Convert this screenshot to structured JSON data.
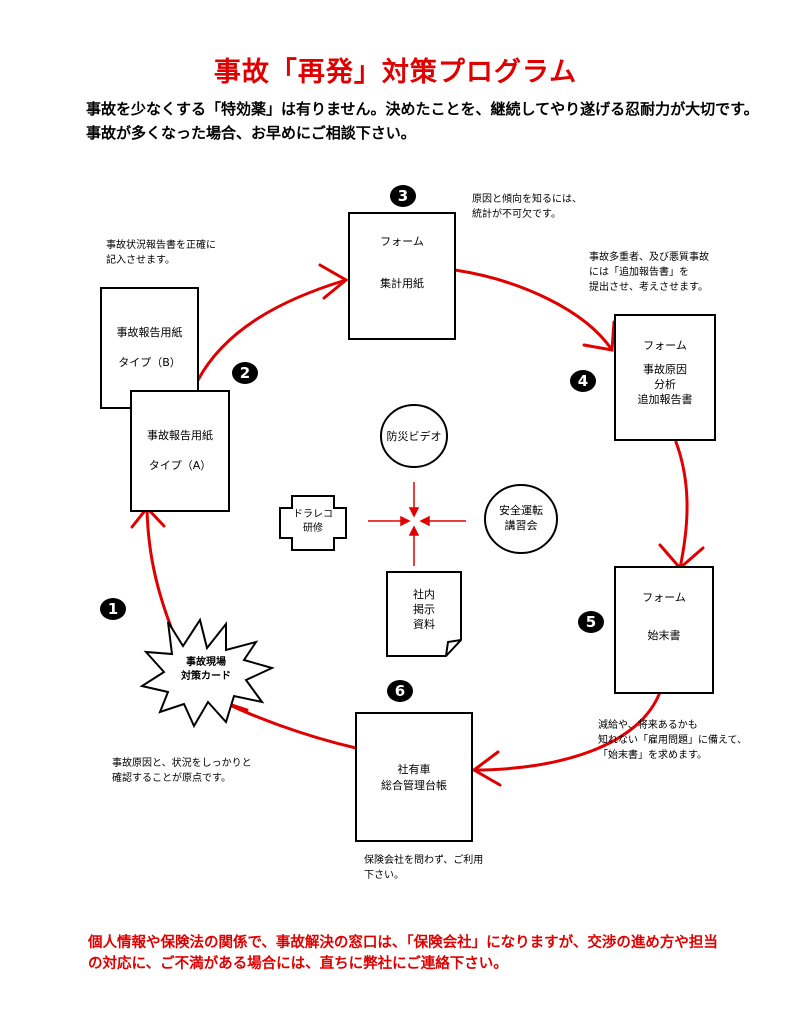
{
  "title": "事故「再発」対策プログラム",
  "intro": [
    "事故を少なくする「特効薬」は有りません。決めたことを、継続してやり遂げる忍耐力が大切です。",
    "事故が多くなった場合、お早めにご相談下さい。"
  ],
  "steps": [
    {
      "number": "1",
      "label_lines": [
        "事故現場",
        "対策カード"
      ],
      "note_lines": [
        "事故原因と、状況をしっかりと",
        "確認することが原点です。"
      ]
    },
    {
      "number": "2",
      "form_a": {
        "name": "事故報告用紙",
        "type": "タイプ（A）"
      },
      "form_b": {
        "name": "事故報告用紙",
        "type": "タイプ（B）"
      },
      "note_lines": [
        "事故状況報告書を正確に",
        "記入させます。"
      ]
    },
    {
      "number": "3",
      "form_label": "フォーム",
      "name": "集計用紙",
      "note_lines": [
        "原因と傾向を知るには、",
        "統計が不可欠です。"
      ]
    },
    {
      "number": "4",
      "form_label": "フォーム",
      "name_lines": [
        "事故原因",
        "分析",
        "追加報告書"
      ],
      "note_lines": [
        "事故多重者、及び悪質事故",
        "には「追加報告書」を",
        "提出させ、考えさせます。"
      ]
    },
    {
      "number": "5",
      "form_label": "フォーム",
      "name": "始末書",
      "note_lines": [
        "減給や、将来あるかも",
        "知れない「雇用問題」に備えて、",
        "「始末書」を求めます。"
      ]
    },
    {
      "number": "6",
      "name_lines": [
        "社有車",
        "総合管理台帳"
      ],
      "note_lines": [
        "保険会社を問わず、ご利用",
        "下さい。"
      ]
    }
  ],
  "center": {
    "video": "防災ビデオ",
    "course_lines": [
      "安全運転",
      "講習会"
    ],
    "drarec_lines": [
      "ドラレコ",
      "研修"
    ],
    "material_lines": [
      "社内",
      "掲示",
      "資料"
    ]
  },
  "footer": [
    "個人情報や保険法の関係で、事故解決の窓口は、「保険会社」になりますが、交渉の進め方や担当",
    "の対応に、ご不満がある場合には、直ちに弊社にご連絡下さい。"
  ],
  "colors": {
    "accent": "#e00000",
    "ink": "#000000"
  }
}
